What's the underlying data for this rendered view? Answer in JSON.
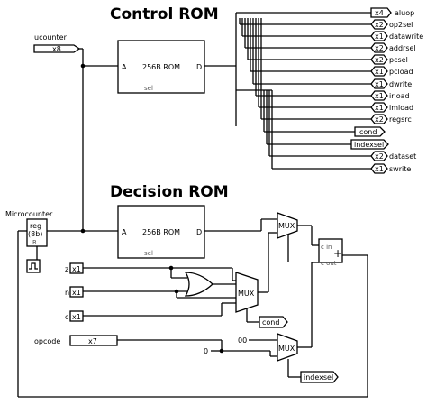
{
  "titles": {
    "control_rom": "Control ROM",
    "decision_rom": "Decision ROM"
  },
  "ucounter": {
    "label": "ucounter",
    "width": "x8"
  },
  "control_rom": {
    "label": "256B ROM",
    "port_a": "A",
    "port_d": "D",
    "port_sel": "sel"
  },
  "decision_rom": {
    "label": "256B ROM",
    "port_a": "A",
    "port_d": "D",
    "port_sel": "sel"
  },
  "outputs": [
    {
      "width": "x4",
      "name": "aluop"
    },
    {
      "width": "x2",
      "name": "op2sel"
    },
    {
      "width": "x1",
      "name": "datawrite"
    },
    {
      "width": "x2",
      "name": "addrsel"
    },
    {
      "width": "x2",
      "name": "pcsel"
    },
    {
      "width": "x1",
      "name": "pcload"
    },
    {
      "width": "x1",
      "name": "dwrite"
    },
    {
      "width": "x1",
      "name": "irload"
    },
    {
      "width": "x1",
      "name": "imload"
    },
    {
      "width": "x2",
      "name": "regsrc"
    },
    {
      "width": "",
      "name": "cond"
    },
    {
      "width": "",
      "name": "indexsel"
    },
    {
      "width": "x2",
      "name": "dataset"
    },
    {
      "width": "x1",
      "name": "swrite"
    }
  ],
  "microcounter": {
    "label": "Microcounter",
    "reg": "reg",
    "bits": "(8b)",
    "sub": "R"
  },
  "inputs": {
    "z": {
      "name": "z",
      "width": "x1"
    },
    "n": {
      "name": "n",
      "width": "x1"
    },
    "c": {
      "name": "c",
      "width": "x1"
    },
    "opcode": {
      "name": "opcode",
      "width": "x7"
    }
  },
  "muxes": {
    "mux_top": "MUX",
    "mux_mid": "MUX",
    "mux_bot": "MUX"
  },
  "cond_out": "cond",
  "indexsel_out": "indexsel",
  "constants": {
    "zero": "0",
    "double_zero": "00"
  },
  "adder": {
    "c_in": "c in",
    "c_out": "c out",
    "plus": "+"
  }
}
